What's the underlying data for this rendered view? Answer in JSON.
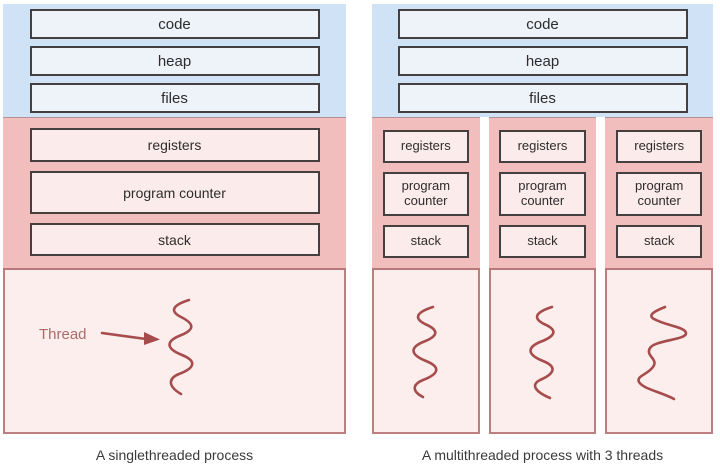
{
  "colors": {
    "shared_section_bg": "#d0e2f6",
    "shared_box_fill": "#eef2f9",
    "thread_band_bg": "#f2bdbd",
    "thread_box_fill": "#fcebeb",
    "thread_area_bg": "#fdeeee",
    "box_border": "#45403f",
    "red_border": "#bb7f7f",
    "squiggle_color": "#a64c4c",
    "annotation_text_color": "#a96a6a",
    "caption_text_color": "#3a3a3a"
  },
  "left_panel": {
    "shared_boxes": [
      "code",
      "heap",
      "files"
    ],
    "thread_boxes": [
      "registers",
      "program counter",
      "stack"
    ],
    "thread_label": "Thread",
    "caption": "A singlethreaded process"
  },
  "right_panel": {
    "shared_boxes": [
      "code",
      "heap",
      "files"
    ],
    "columns": [
      {
        "boxes": [
          "registers",
          "program counter",
          "stack"
        ]
      },
      {
        "boxes": [
          "registers",
          "program counter",
          "stack"
        ]
      },
      {
        "boxes": [
          "registers",
          "program counter",
          "stack"
        ]
      }
    ],
    "caption": "A multithreaded process with 3 threads"
  }
}
